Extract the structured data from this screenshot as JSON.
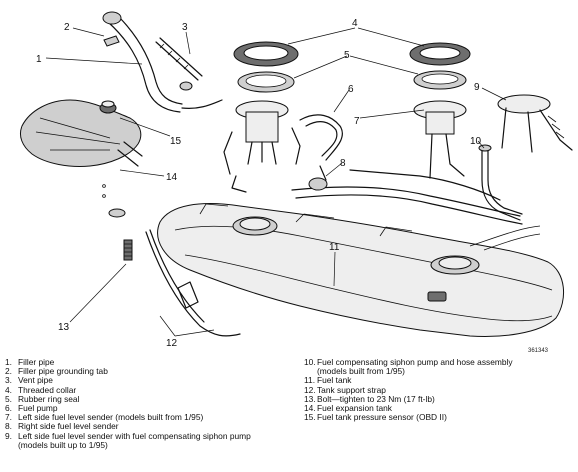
{
  "diagram": {
    "reference": "361343",
    "callouts": [
      "1",
      "2",
      "3",
      "4",
      "4",
      "5",
      "5",
      "6",
      "7",
      "8",
      "9",
      "10",
      "11",
      "12",
      "13",
      "14",
      "15"
    ]
  },
  "legend": {
    "left": [
      {
        "num": "1.",
        "text": "Filler pipe"
      },
      {
        "num": "2.",
        "text": "Filler pipe grounding tab"
      },
      {
        "num": "3.",
        "text": "Vent pipe"
      },
      {
        "num": "4.",
        "text": "Threaded collar"
      },
      {
        "num": "5.",
        "text": "Rubber ring seal"
      },
      {
        "num": "6.",
        "text": "Fuel pump"
      },
      {
        "num": "7.",
        "text": "Left side fuel level sender (models built from 1/95)"
      },
      {
        "num": "8.",
        "text": "Right side fuel level sender"
      },
      {
        "num": "9.",
        "text": "Left side fuel level sender with fuel compensating siphon pump\n(models built up to 1/95)"
      }
    ],
    "right": [
      {
        "num": "10.",
        "text": "Fuel compensating siphon pump and hose assembly\n(models built from 1/95)"
      },
      {
        "num": "11.",
        "text": "Fuel tank"
      },
      {
        "num": "12.",
        "text": "Tank support strap"
      },
      {
        "num": "13.",
        "text": "Bolt—tighten to 23 Nm (17 ft-lb)"
      },
      {
        "num": "14.",
        "text": "Fuel expansion tank"
      },
      {
        "num": "15.",
        "text": "Fuel tank pressure sensor (OBD II)"
      }
    ]
  }
}
